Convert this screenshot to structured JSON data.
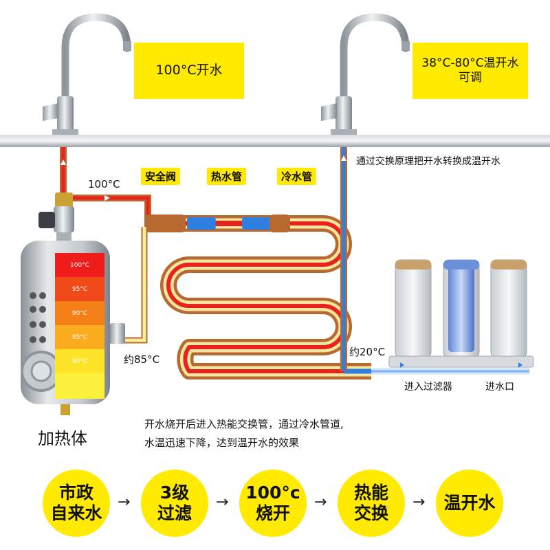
{
  "boxes": {
    "boiling_water": "100°C开水",
    "warm_water_line1": "38°C-80°C温开水",
    "warm_water_line2": "可调"
  },
  "labels": {
    "exchange_principle": "通过交换原理把开水转换成温开水",
    "temp_out": "100°C",
    "temp_85": "约85°C",
    "temp_20": "约20°C",
    "into_filter": "进入过滤器",
    "water_inlet": "进水口",
    "heater": "加热体",
    "desc_line1": "开水烧开后进入热能交换管，通过冷水管道,",
    "desc_line2": "水温迅速下降，达到温开水的效果"
  },
  "tags": {
    "safety_valve": "安全阀",
    "hot_pipe": "热水管",
    "cold_pipe": "冷水管"
  },
  "tank_bands": [
    {
      "label": "100°C",
      "color": "#ef1c1c"
    },
    {
      "label": "95°C",
      "color": "#f04a1a"
    },
    {
      "label": "90°C",
      "color": "#f57f17"
    },
    {
      "label": "85°C",
      "color": "#fbab1e"
    },
    {
      "label": "80°C",
      "color": "#fde428"
    },
    {
      "label": "",
      "color": "#fdf03c"
    }
  ],
  "steps": [
    {
      "line1": "市政",
      "line2": "自来水"
    },
    {
      "line1": "3级",
      "line2": "过滤"
    },
    {
      "line1": "100°c",
      "line2": "烧开"
    },
    {
      "line1": "热能",
      "line2": "交换"
    },
    {
      "line1": "温开水",
      "line2": ""
    }
  ],
  "arrow_glyph": "→",
  "colors": {
    "accent_yellow": "#ffea00",
    "hot": "#e8231d",
    "cold": "#2f7fe0",
    "copper": "#b8692f"
  }
}
